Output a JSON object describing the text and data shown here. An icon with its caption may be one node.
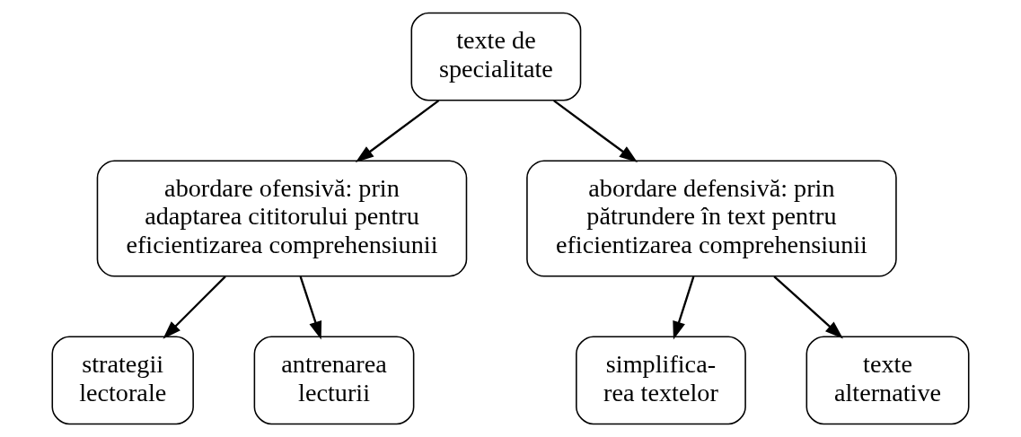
{
  "diagram": {
    "nodes": [
      {
        "text": [
          "texte de specialitate"
        ]
      },
      {
        "text": [
          "abordare ofensivă: prin adaptarea cititorului pentru eficientizarea comprehensiunii"
        ]
      },
      {
        "text": [
          "abordare defensivă: prin pătrundere în text pentru eficientizarea comprehensiunii"
        ]
      },
      {
        "text": [
          "strategii lectorale"
        ]
      },
      {
        "text": [
          "antrenarea lecturii"
        ]
      },
      {
        "text": [
          "simplifica- rea textelor"
        ]
      },
      {
        "text": [
          "texte alternative"
        ]
      }
    ],
    "edges": [
      {
        "from": 0,
        "to": 1,
        "arrow": "to"
      },
      {
        "from": 0,
        "to": 2,
        "arrow": "to"
      },
      {
        "from": 1,
        "to": 3,
        "arrow": "to"
      },
      {
        "from": 1,
        "to": 4,
        "arrow": "to"
      },
      {
        "from": 2,
        "to": 5,
        "arrow": "to"
      },
      {
        "from": 2,
        "to": 6,
        "arrow": "to"
      }
    ]
  }
}
